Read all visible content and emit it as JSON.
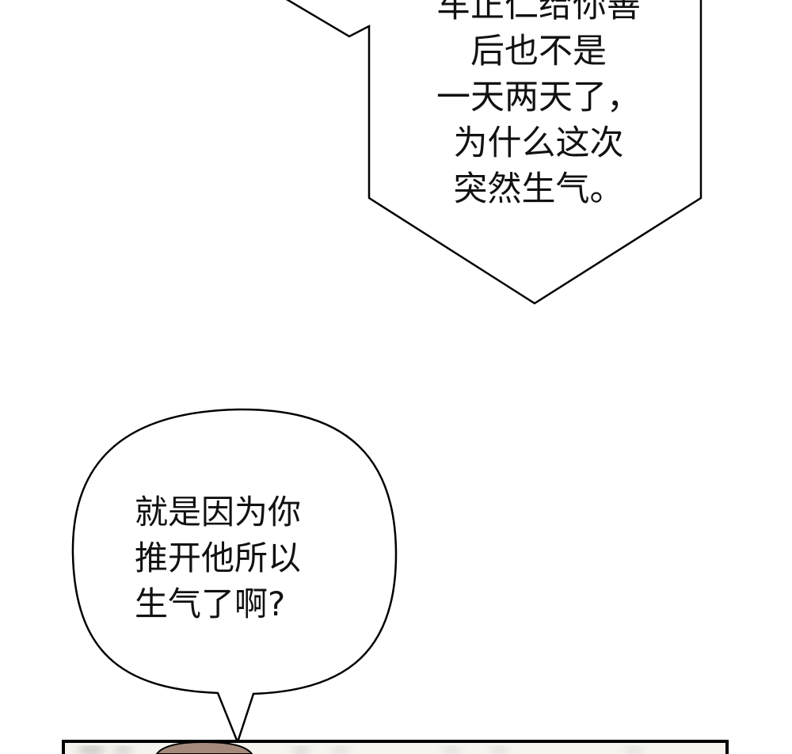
{
  "top_bubble": {
    "lines": [
      "车正仁给你善",
      "后也不是",
      "一天两天了，",
      "为什么这次",
      "突然生气。"
    ]
  },
  "bottom_bubble": {
    "lines": [
      "就是因为你",
      "推开他所以",
      "生气了啊?"
    ]
  },
  "colors": {
    "outline": "#000000",
    "panel_bg": "#f7f4ef",
    "head": "#a58a7b"
  }
}
